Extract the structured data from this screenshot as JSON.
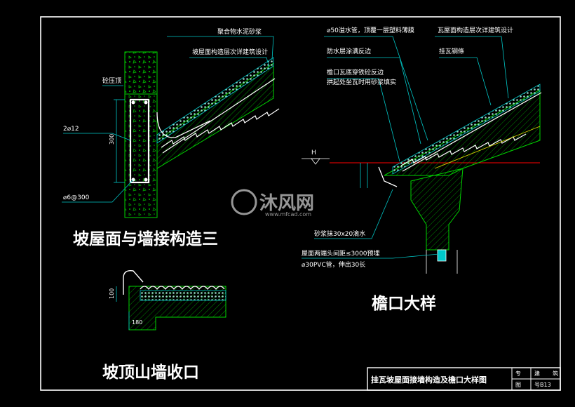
{
  "drawing": {
    "title_main_1": "坡屋面与墙接构造三",
    "title_main_2": "檐口大样",
    "title_main_3": "坡顶山墙收口",
    "title_block_name": "挂瓦坡屋面接墙构造及檐口大样图",
    "title_block_cell_1": "专",
    "title_block_cell_2": "建",
    "title_block_cell_3": "筑",
    "title_block_cell_4": "图",
    "title_block_cell_5": "号B13",
    "watermark_text": "沐风网",
    "watermark_url": "www.mfcad.com",
    "left_detail": {
      "note_1": "聚合物水泥砂浆",
      "note_2": "坡屋面构造层次详建筑设计",
      "note_3": "砼压顶",
      "rebar_1": "2⌀12",
      "stirrup": "⌀6@300",
      "dim_300": "300"
    },
    "eave_detail": {
      "note_1": "⌀50溢水管，顶覆一层塑料薄膜",
      "note_2": "瓦屋面构造层次详建筑设计",
      "note_3": "防水层涂满反边",
      "note_4": "挂瓦钢條",
      "note_5": "檐口瓦底穿铁砼反边",
      "note_6": "拱起处坐瓦时用砂浆填实",
      "note_7": "砂浆抹30x20滴水",
      "note_8": "屋面两端头间距≤3000预埋",
      "note_9": "⌀30PVC管，伸出30长",
      "level_mark": "H"
    },
    "gable_detail": {
      "dim_100": "100",
      "dim_180": "180"
    },
    "colors": {
      "background": "#000000",
      "white": "#ffffff",
      "green": "#00d200",
      "cyan": "#00c8c8",
      "red": "#ff0000",
      "yellow": "#d4d400"
    }
  }
}
